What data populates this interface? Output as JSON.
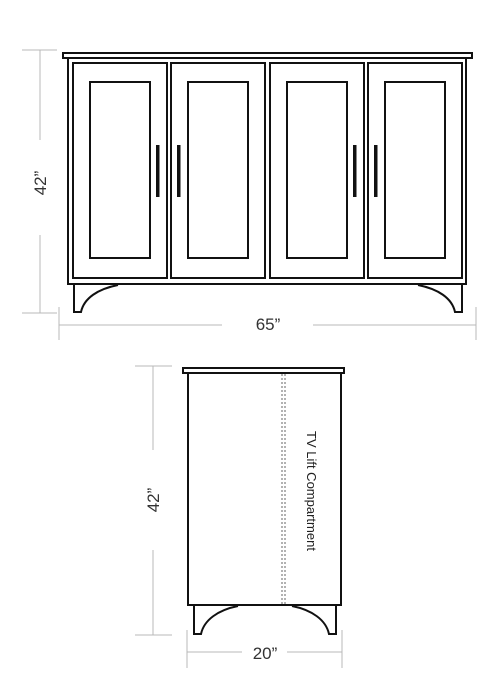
{
  "front_view": {
    "height_label": "42”",
    "width_label": "65”"
  },
  "side_view": {
    "height_label": "42”",
    "depth_label": "20”",
    "compartment_label": "TV Lift Compartment"
  },
  "colors": {
    "ink": "#111111",
    "dimension_line": "#b8b8b8",
    "dimension_text": "#333333"
  }
}
